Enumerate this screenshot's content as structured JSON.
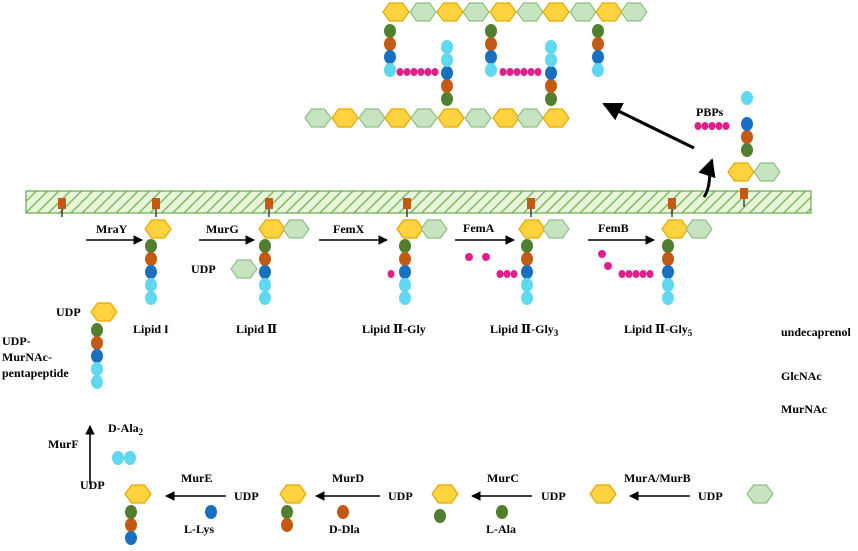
{
  "colors": {
    "membrane_fill": "#c9e6b0",
    "membrane_stroke": "#6aa84f",
    "glcnac_fill": "#c6e4bf",
    "glcnac_stroke": "#8fbf86",
    "murnac_fill": "#ffd23f",
    "murnac_stroke": "#e8a800",
    "undecaprenol": "#c25a13",
    "green_aa": "#4f7f2f",
    "orange_aa": "#c25a13",
    "blue_aa": "#1a70c0",
    "cyan_aa": "#5fd8f0",
    "glycine": "#e0208a"
  },
  "enzymes": {
    "mray": "MraY",
    "murg": "MurG",
    "femx": "FemX",
    "fema": "FemA",
    "femb": "FemB",
    "pbps": "PBPs",
    "murf": "MurF",
    "mure": "MurE",
    "murd": "MurD",
    "murc": "MurC",
    "murab": "MurA/MurB"
  },
  "lipids": {
    "lipid1": "Lipid I",
    "lipid2": "Lipid Ⅱ",
    "lipid2_gly": "Lipid Ⅱ-Gly",
    "lipid2_gly3_base": "Lipid Ⅱ-Gly",
    "lipid2_gly3_sub": "3",
    "lipid2_gly5_base": "Lipid Ⅱ-Gly",
    "lipid2_gly5_sub": "5"
  },
  "udp_label": "UDP",
  "precursor": {
    "line1": "UDP-",
    "line2": "MurNAc-",
    "line3": "pentapeptide"
  },
  "substrates": {
    "dala2_base": "D-Ala",
    "dala2_sub": "2",
    "llys": "L-Lys",
    "ddla": "D-Dla",
    "lala": "L-Ala"
  },
  "legend": {
    "undecaprenol": "undecaprenol",
    "glcnac": "GlcNAc",
    "murnac": "MurNAc"
  }
}
